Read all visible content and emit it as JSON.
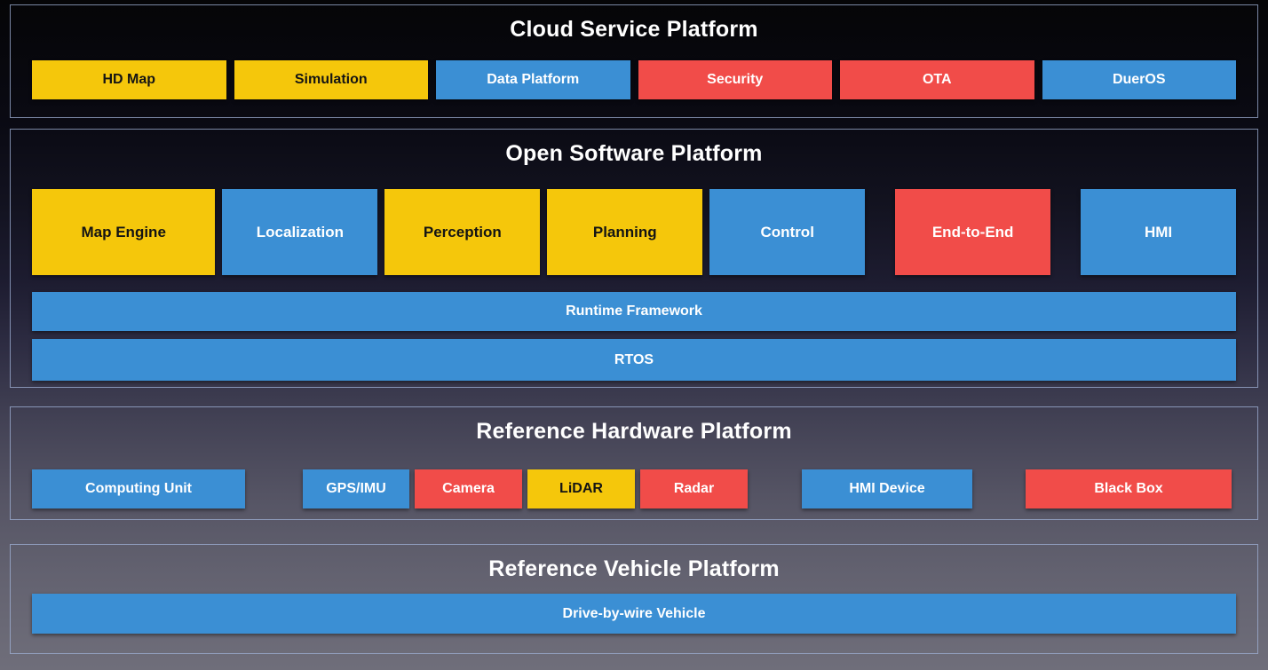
{
  "palette": {
    "yellow": "#f5c70b",
    "blue": "#3b8fd4",
    "red": "#f14c49",
    "text_on_yellow": "#141414",
    "text_on_blue_red": "#ffffff",
    "section_border": "#a0b2d7",
    "title_color": "#ffffff"
  },
  "sections": [
    {
      "id": "cloud",
      "title": "Cloud Service Platform",
      "rows": [
        {
          "name": "cloud-services-row",
          "items": [
            {
              "label": "HD Map",
              "color": "yellow"
            },
            {
              "label": "Simulation",
              "color": "yellow"
            },
            {
              "label": "Data Platform",
              "color": "blue"
            },
            {
              "label": "Security",
              "color": "red"
            },
            {
              "label": "OTA",
              "color": "red"
            },
            {
              "label": "DuerOS",
              "color": "blue"
            }
          ]
        }
      ]
    },
    {
      "id": "software",
      "title": "Open Software Platform",
      "rows": [
        {
          "name": "software-modules-row",
          "items": [
            {
              "label": "Map Engine",
              "color": "yellow"
            },
            {
              "label": "Localization",
              "color": "blue"
            },
            {
              "label": "Perception",
              "color": "yellow"
            },
            {
              "label": "Planning",
              "color": "yellow"
            },
            {
              "label": "Control",
              "color": "blue"
            },
            {
              "label": "End-to-End",
              "color": "red"
            },
            {
              "label": "HMI",
              "color": "blue"
            }
          ]
        },
        {
          "name": "runtime-framework-row",
          "items": [
            {
              "label": "Runtime Framework",
              "color": "blue"
            }
          ]
        },
        {
          "name": "rtos-row",
          "items": [
            {
              "label": "RTOS",
              "color": "blue"
            }
          ]
        }
      ]
    },
    {
      "id": "hardware",
      "title": "Reference Hardware Platform",
      "rows": [
        {
          "name": "hardware-row",
          "items": [
            {
              "label": "Computing Unit",
              "color": "blue"
            },
            {
              "label": "GPS/IMU",
              "color": "blue"
            },
            {
              "label": "Camera",
              "color": "red"
            },
            {
              "label": "LiDAR",
              "color": "yellow"
            },
            {
              "label": "Radar",
              "color": "red"
            },
            {
              "label": "HMI Device",
              "color": "blue"
            },
            {
              "label": "Black Box",
              "color": "red"
            }
          ]
        }
      ]
    },
    {
      "id": "vehicle",
      "title": "Reference Vehicle Platform",
      "rows": [
        {
          "name": "vehicle-row",
          "items": [
            {
              "label": "Drive-by-wire Vehicle",
              "color": "blue"
            }
          ]
        }
      ]
    }
  ]
}
